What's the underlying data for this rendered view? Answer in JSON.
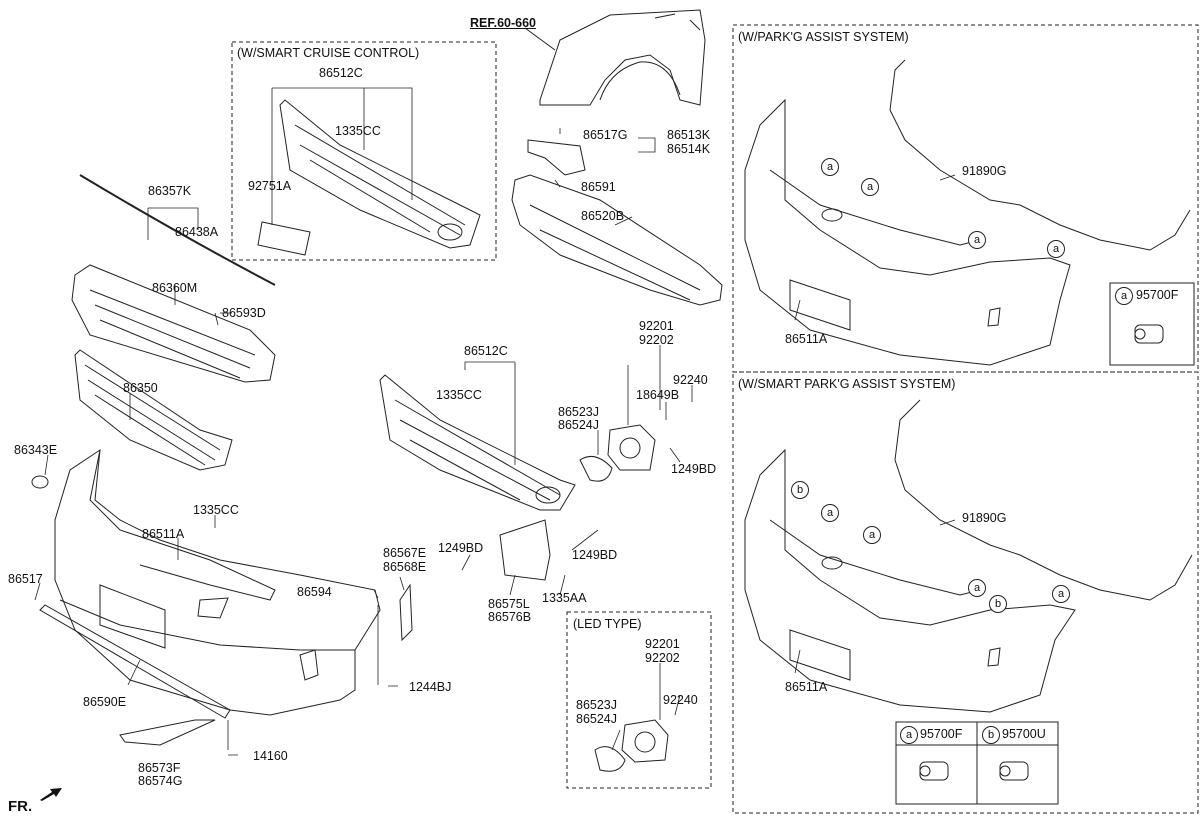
{
  "ref": "REF.60-660",
  "fr": "FR.",
  "boxes": {
    "smart_cruise": "(W/SMART CRUISE CONTROL)",
    "parking_assist": "(W/PARK'G ASSIST SYSTEM)",
    "smart_parking_assist": "(W/SMART PARK'G ASSIST SYSTEM)",
    "led_type": "(LED TYPE)"
  },
  "parts": {
    "p86512C_a": "86512C",
    "p1335CC_a": "1335CC",
    "p92751A": "92751A",
    "p86357K": "86357K",
    "p86438A": "86438A",
    "p86360M": "86360M",
    "p86593D": "86593D",
    "p86350": "86350",
    "p86343E": "86343E",
    "p1335CC_b": "1335CC",
    "p86511A": "86511A",
    "p86517": "86517",
    "p86590E": "86590E",
    "p86573F": "86573F",
    "p86574G": "86574G",
    "p14160": "14160",
    "p86594": "86594",
    "p1244BJ": "1244BJ",
    "p86567E": "86567E",
    "p86568E": "86568E",
    "p1249BD_a": "1249BD",
    "p86512C_b": "86512C",
    "p1335CC_c": "1335CC",
    "p86517G": "86517G",
    "p86513K": "86513K",
    "p86514K": "86514K",
    "p86591": "86591",
    "p86520B": "86520B",
    "p92201_a": "92201",
    "p92202_a": "92202",
    "p92240_a": "92240",
    "p18649B": "18649B",
    "p86523J_a": "86523J",
    "p86524J_a": "86524J",
    "p1249BD_b": "1249BD",
    "p1249BD_c": "1249BD",
    "p86575L": "86575L",
    "p86576B": "86576B",
    "p1335AA": "1335AA",
    "p92201_b": "92201",
    "p92202_b": "92202",
    "p86523J_b": "86523J",
    "p86524J_b": "86524J",
    "p92240_b": "92240",
    "p91890G_a": "91890G",
    "p86511A_b": "86511A",
    "p95700F_a": "95700F",
    "p91890G_b": "91890G",
    "p86511A_c": "86511A",
    "p95700F_b": "95700F",
    "p95700U": "95700U"
  },
  "markers": {
    "a": "a",
    "b": "b"
  }
}
